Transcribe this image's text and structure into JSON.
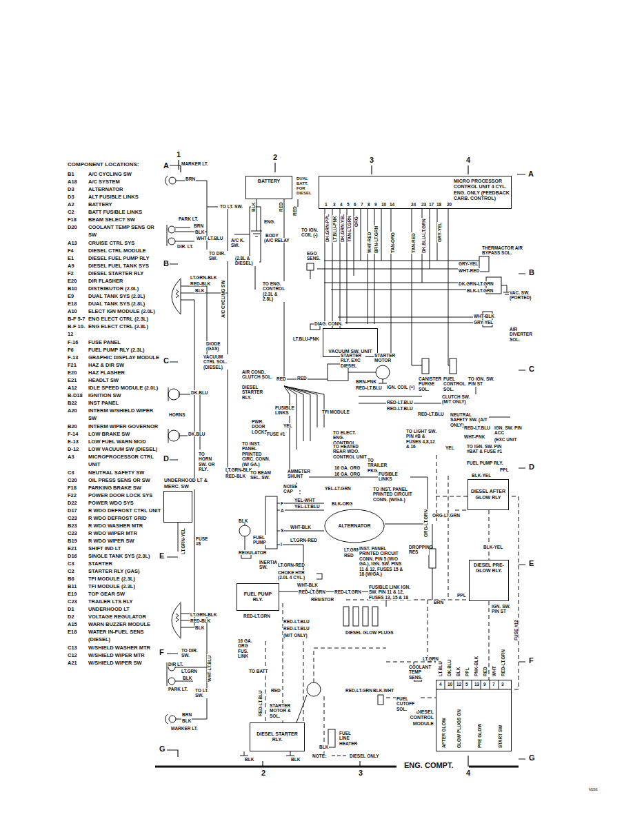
{
  "diagram": {
    "nodes": [
      {
        "text": [
          "BATTERY"
        ]
      },
      {
        "text": [
          "MICRO PROCESSOR CONTROL UNIT 4 CYL. ENG. ONLY (FEEDBACK CARB. CONTROL)"
        ]
      },
      {
        "text": [
          "VACUUM SW. UNIT"
        ]
      },
      {
        "text": [
          "DIESEL AFTER GLOW RLY"
        ]
      },
      {
        "text": [
          "UNDERHOOD LT & MERC. SW"
        ]
      },
      {
        "text": [
          "ALTERNATOR"
        ]
      },
      {
        "text": [
          "DIESEL PRE-GLOW RLY."
        ]
      },
      {
        "text": [
          "FUEL PUMP RLY."
        ]
      },
      {
        "text": [
          "DIESEL CONTROL MODULE"
        ]
      },
      {
        "text": [
          "DIESEL STARTER RLY."
        ]
      }
    ],
    "edges": [
      {
        "from": 3,
        "to": 6,
        "arrow": "none"
      },
      {
        "from": 6,
        "to": 8,
        "arrow": "none"
      }
    ],
    "labels": [
      "COMPONENT LOCATIONS:",
      "B1",
      "A/C CYCLING SW",
      "A18",
      "A/C SYSTEM",
      "D3",
      "ALTERNATOR",
      "D3",
      "ALT FUSIBLE LINKS",
      "A2",
      "BATTERY",
      "C2",
      "BATT FUSIBLE LINKS",
      "F18",
      "BEAM SELECT SW",
      "D20",
      "COOLANT TEMP SENS OR SW",
      "A13",
      "CRUISE CTRL SYS",
      "F4",
      "DIESEL CTRL MODULE",
      "E1",
      "DIESEL FUEL PUMP RLY",
      "A9",
      "DIESEL FUEL TANK SYS",
      "F2",
      "DIESEL STARTER RLY",
      "E20",
      "DIR FLASHER",
      "B10",
      "DISTRIBUTOR (2.0L)",
      "E9",
      "DUAL TANK SYS (2.3L)",
      "E18",
      "DUAL TANK SYS (2.8L)",
      "A10",
      "ELECT IGN MODULE (2.0L)",
      "B-F 5-7",
      "ENG ELECT CTRL (2.3L)",
      "B-F 10-12",
      "ENG ELECT CTRL (2.8L)",
      "F-16",
      "FUSE PANEL",
      "F6",
      "FUEL PUMP RLY (2.3L)",
      "F-13",
      "GRAPHIC DISPLAY MODULE",
      "F21",
      "HAZ & DIR SW",
      "E20",
      "HAZ FLASHER",
      "E21",
      "HEADLT SW",
      "A12",
      "IDLE SPEED MODULE (2.0L)",
      "B-D18",
      "IGNITION SW",
      "B22",
      "INST PANEL",
      "A20",
      "INTERM W/SHIELD WIPER SW",
      "B20",
      "INTERM WIPER GOVERNOR",
      "F-14",
      "LOW BRAKE SW",
      "E-13",
      "LOW FUEL WARN MOD",
      "D-12",
      "LOW VACUUM SW (DIESEL)",
      "A3",
      "MICROPROCESSOR CTRL UNIT",
      "C3",
      "NEUTRAL SAFETY SW",
      "C20",
      "OIL PRESS SENS OR SW",
      "F18",
      "PARKING BRAKE SW",
      "F22",
      "POWER DOOR LOCK SYS",
      "D22",
      "POWER WDO SYS",
      "D17",
      "R WDO DEFROST CTRL UNIT",
      "C23",
      "R WDO DEFROST GRID",
      "B23",
      "R WDO WASHER MTR",
      "C23",
      "R WDO WIPER MTR",
      "B19",
      "R WDO WIPER SW",
      "E21",
      "SHIFT IND LT",
      "D16",
      "SINGLE TANK SYS (2.3L)",
      "C3",
      "STARTER",
      "C2",
      "STARTER RLY (GAS)",
      "B6",
      "TFI MODULE (2.3L)",
      "B11",
      "TFI MODULE (2.3L)",
      "E19",
      "TOP GEAR SW",
      "C23",
      "TRAILER LTS RLY",
      "D1",
      "UNDERHOOD LT",
      "D2",
      "VOLTAGE REGULATOR",
      "A15",
      "WARN BUZZER MODULE",
      "E18",
      "WATER IN-FUEL SENS (DIESEL)",
      "C13",
      "W/SHIELD WASHER MTR",
      "C12",
      "W/SHIELD WIPER MTR",
      "A21",
      "W/SHIELD WIPER SW",
      "A",
      "B",
      "C",
      "D",
      "E",
      "F",
      "G",
      "A",
      "B",
      "C",
      "D",
      "E",
      "F",
      "G",
      "1",
      "2",
      "3",
      "4",
      "2",
      "3",
      "4",
      "ENG. COMPT.",
      "M266",
      "MARKER LT.",
      "BRN",
      "TO LT. SW.",
      "PARK LT.",
      "BRN",
      "BLK",
      "WHT-LT.BLU",
      "DIR. LT.",
      "TO DIR. SW.",
      "DUAL BATT. FOR DIESEL",
      "BLK",
      "RED",
      "RED",
      "ENG.",
      "BODY",
      "TO IGN. COIL (-)",
      "1",
      "3",
      "4",
      "5",
      "6",
      "7",
      "8",
      "9",
      "10",
      "14",
      "24",
      "23",
      "17",
      "18",
      "20",
      "DK.GRN-PPL",
      "LT.BLU-PNK",
      "DK.GRN-YEL",
      "TAN-LT.GRN",
      "ORG",
      "WHT-RED",
      "BRN-LT.GRN",
      "TAN-ORG",
      "TAN-RED",
      "DK.BLU-LT.GRN",
      "GRY-YEL",
      "THERMACTOR AIR BYPASS SOL.",
      "GRY-YEL",
      "WHT-RED",
      "DK.GRN-LT.GRN",
      "BLK-LT.GRN",
      "VAC. SW. (PORTED)",
      "WHT-BLK",
      "GRY-YEL",
      "AIR DIVERTER SOL.",
      "A/C K. SW.",
      "(A/C RELAY",
      "(2.8L & DIESEL)",
      "EGO SENS.",
      "TO ENG. CONTROL (2.3L & 2.8L)",
      "A/C CYCLING SW",
      "LT.GRN-BLK",
      "RED-BLK",
      "BLK",
      "DIAG. CONN.",
      "LT.BLU-PNK",
      "DIODE (GAS)",
      "VACUUM CTRL SOL. (DIESEL)",
      "AIR COND. CLUTCH SOL.",
      "STARTER RLY. EXC DIESEL",
      "STARTER MOTOR",
      "CANISTER PURGE SOL.",
      "FUEL CONTROL SOL.",
      "TO IGN. SW. PIN ST",
      "DIESEL STARTER RLY.",
      "RED",
      "RED",
      "BRN-PNK",
      "RED-LT.BLU",
      "IGN. COIL (+)",
      "CLUTCH SW. (M/T ONLY)",
      "RED-LT.BLU",
      "RED-LT.BLU",
      "RED-LT.BLU",
      "NEUTRAL SAFETY SW. (A/T ONLY)",
      "TFI MODULE",
      "FUSIBLE LINKS",
      "PWR. DOOR LOCKS",
      "FUSE #1",
      "YEL",
      "TO INST. PANEL PRINTED CIRC. CONN. (W/ GA.)",
      "TO ELECT. ENG. CONTROL UNITS",
      "TO HEATED REAR WDO. CONTROL UNIT",
      "TO LIGHT SW. PIN #B & FUSES 4,8,12 & 16",
      "RED-LT.BLU",
      "IGN. SW. PIN ACC",
      "WHT-PNK",
      "(EXC UNIT",
      "YEL",
      "TO IGN. SW. PIN #BAT & FUSE #1",
      "FUEL PUMP RLY.",
      "PPL",
      "BLK-YEL",
      "ORG-LT.GRN",
      "16 GA. ORG",
      "16 GA. ORG",
      "AMMETER SHUNT",
      "TO TRAILER PKG.",
      "FUSIBLE LINKS",
      "LT.GRN-BLK",
      "RED-BLK",
      "TO BEAM SEL. SW.",
      "LT.GRN-YEL",
      "FUSE #8",
      "HORNS",
      "DK.BLU",
      "DK.BLU",
      "TO HORN SW. OR RLY.",
      "NOISE CAP",
      "YEL-LT.GRN",
      "TO INST. PANEL PRINTED CIRCUIT CONN. (W/GA.)",
      "YEL-WHT",
      "YEL-LT.BLU",
      "BLK-ORG",
      "F",
      "A",
      "S",
      "I",
      "WHT-BLK",
      "LT.GRN-RED",
      "LT.GRN",
      "RED",
      "INST. PANEL PRINTED CIRCUIT CONN. PIN 5 (W/O GA.), IGN. SW. PINS 11 & 12, FUSES 15 & 18 (W/GA.)",
      "DROPPING RES",
      "ORG-LT.GRN",
      "BLK",
      "FUEL PUMP",
      "REGULATOR",
      "INERTIA SW.",
      "LT.GRN-RED",
      "CHOKE HTR (2.0L 4 CYL.)",
      "WHT-BLK",
      "RED-LT.GRN",
      "RED-LT.GRN",
      "RESISTOR",
      "FUSIBLE LINK IGN. SW. PIN 11 & 12, FUSES 13, 15 & 18",
      "DIESEL GLOW PLUGS",
      "BRN",
      "BLK-YEL",
      "PPL",
      "IGN. SW. PIN ST",
      "FUSE #12",
      "RED-LT.GRN",
      "16 GA. ORG FUS. LINK",
      "RED-LT.BLU",
      "RED-LT.BLU",
      "(M/T ONLY)",
      "LT.GRN-BLK",
      "RED-BLK",
      "BLK",
      "TO DIR. SW.",
      "WHT-LT.BLU",
      "DIR LT.",
      "LT.GRN",
      "BLK",
      "PARK LT.",
      "TO LT. SW.",
      "BRN",
      "BLK",
      "MARKER LT.",
      "TO BATT",
      "RED",
      "RED-LT.BLU",
      "LT.GRN",
      "COOLANT TEMP SENS.",
      "RED-LT.GRN",
      "BLK-WHT",
      "FUEL CUTOFF SOL.",
      "STARTER MOTOR & SOL.",
      "FUEL LINE HEATER",
      "BLK",
      "BLK",
      "BLK",
      "NOTE:",
      "4",
      "10",
      "12",
      "5",
      "13",
      "9",
      "7",
      "3",
      "LT.BLU",
      "DK.BLU",
      "BLK",
      "PPL",
      "PNK-BLK",
      "RED",
      "WHT",
      "RED-LT.GRN",
      "AFTER GLOW",
      "GLOW PLUGS ON",
      "PRE GLOW",
      "START SW"
    ],
    "legend": [
      {
        "text": "DIESEL ONLY"
      }
    ]
  }
}
